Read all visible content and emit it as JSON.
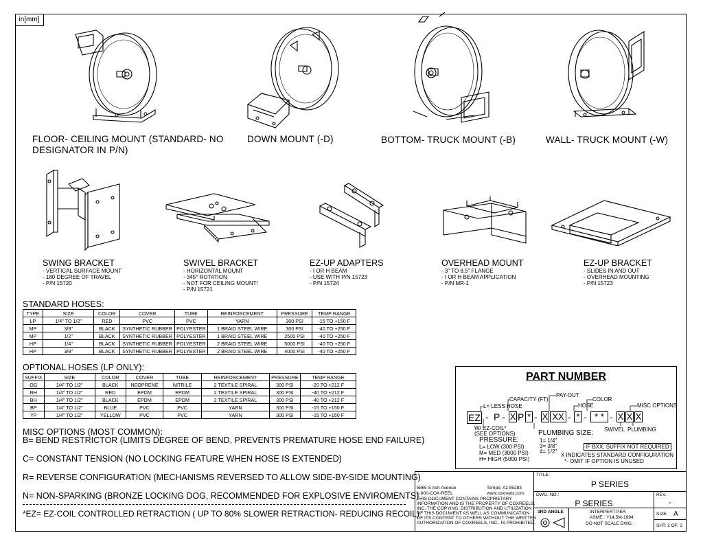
{
  "unit_label": "in[mm]",
  "mounts": [
    {
      "caption": "FLOOR- CEILING MOUNT (STANDARD- NO\nDESIGNATOR IN P/N)"
    },
    {
      "caption": "DOWN MOUNT (-D)"
    },
    {
      "caption": "BOTTOM- TRUCK MOUNT (-B)"
    },
    {
      "caption": "WALL- TRUCK MOUNT (-W)"
    }
  ],
  "accessories": [
    {
      "title": "SWING BRACKET",
      "notes": [
        "- VERTICAL SURFACE MOUNT",
        "- 180 DEGREE OF TRAVEL",
        "- P/N 15720"
      ]
    },
    {
      "title": "SWIVEL BRACKET",
      "notes": [
        "- HORIZONTAL MOUNT",
        "- 345° ROTATION",
        "- NOT FOR CEILING MOUNT!",
        "- P/N 15721"
      ]
    },
    {
      "title": "EZ-UP ADAPTERS",
      "notes": [
        "- I OR H BEAM",
        "- USE WITH P/N 15723",
        "- P/N 15724"
      ]
    },
    {
      "title": "OVERHEAD MOUNT",
      "notes": [
        "- 3\" TO 8.5\" FLANGE",
        "- I OR H BEAM APPLICATION",
        "- P/N MR-1"
      ]
    },
    {
      "title": "EZ-UP BRACKET",
      "notes": [
        "- SLIDES IN AND OUT",
        "- OVERHEAD MOUNTING",
        "- P/N 15723"
      ]
    }
  ],
  "standard_hoses": {
    "title": "STANDARD HOSES:",
    "headers": [
      "TYPE",
      "SIZE",
      "COLOR",
      "COVER",
      "TUBE",
      "REINFORCEMENT",
      "PRESSURE",
      "TEMP RANGE"
    ],
    "rows": [
      [
        "LP",
        "1/4\" TO 1/2\"",
        "RED",
        "PVC",
        "PVC",
        "YARN",
        "300 PSI",
        "-15 TO +150 F"
      ],
      [
        "MP",
        "3/8\"",
        "BLACK",
        "SYNTHETIC RUBBER",
        "POLYESTER",
        "1 BRAID STEEL WIRE",
        "300 PSI",
        "-40 TO +250 F"
      ],
      [
        "MP",
        "1/2\"",
        "BLACK",
        "SYNTHETIC RUBBER",
        "POLYESTER",
        "1 BRAID STEEL WIRE",
        "2500 PSI",
        "-40 TO +250 F"
      ],
      [
        "HP",
        "1/4\"",
        "BLACK",
        "SYNTHETIC RUBBER",
        "POLYESTER",
        "2 BRAID STEEL WIRE",
        "5000 PSI",
        "-40 TO +250 F"
      ],
      [
        "HP",
        "3/8\"",
        "BLACK",
        "SYNTHETIC RUBBER",
        "POLYESTER",
        "2 BRAID STEEL WIRE",
        "4000 PSI",
        "-40 TO +250 F"
      ]
    ]
  },
  "optional_hoses": {
    "title": "OPTIONAL HOSES (LP ONLY):",
    "headers": [
      "SUFFIX",
      "SIZE",
      "COLOR",
      "COVER",
      "TUBE",
      "REINFORCEMENT",
      "PRESSURE",
      "TEMP RANGE"
    ],
    "rows": [
      [
        "OG",
        "1/4\" TO 1/2\"",
        "BLACK",
        "NEOPRENE",
        "NITRILE",
        "2 TEXTILE SPIRAL",
        "300 PSI",
        "-20 TO +212 F"
      ],
      [
        "RH",
        "1/4\" TO 1/2\"",
        "RED",
        "EPDM",
        "EPDM",
        "2 TEXTILE SPIRAL",
        "300 PSI",
        "-40 TO +212 F"
      ],
      [
        "BH",
        "1/4\" TO 1/2\"",
        "BLACK",
        "EPDM",
        "EPDM",
        "2 TEXTILE SPIRAL",
        "300 PSI",
        "-40 TO +212 F"
      ],
      [
        "BP",
        "1/4\" TO 1/2\"",
        "BLUE",
        "PVC",
        "PVC",
        "YARN",
        "300 PSI",
        "-15 TO +150 F"
      ],
      [
        "YP",
        "1/4\" TO 1/2\"",
        "YELLOW",
        "PVC",
        "PVC",
        "YARN",
        "300 PSI",
        "-15 TO +150 F"
      ]
    ]
  },
  "misc_options": {
    "title": "MISC OPTIONS (MOST COMMON):",
    "items": [
      "B= BEND RESTRICTOR (LIMITS DEGREE OF BEND, PREVENTS PREMATURE HOSE END FAILURE)",
      "C= CONSTANT TENSION (NO LOCKING FEATURE WHEN HOSE IS EXTENDED)",
      "R= REVERSE CONFIGURATION (MECHANISMS REVERSED TO ALLOW SIDE-BY-SIDE MOUNTING)",
      "N= NON-SPARKING (BRONZE LOCKING DOG, RECOMMENDED FOR EXPLOSIVE ENVIROMENTS)"
    ],
    "footnote": "*EZ= EZ-COIL CONTROLLED RETRACTION ( UP TO 80% SLOWER RETRACTION- REDUCING RECOIL)"
  },
  "part_number": {
    "title": "PART NUMBER",
    "labels": {
      "pay_out": "PAY-OUT",
      "color": "COLOR",
      "capacity": "CAPACITY (FT)",
      "hose": "HOSE",
      "misc_options": "MISC OPTIONS",
      "less_hose": "L= LESS HOSE",
      "ez_coil": "W/ EZ-COIL*",
      "see_options": "(SEE OPTIONS)",
      "swivel": "SWIVEL",
      "plumbing": "PLUMBING",
      "pressure_title": "PRESSURE:",
      "pressure_items": [
        "L= LOW (300 PSI)",
        "M= MED (3000 PSI)",
        "H= HIGH (5000 PSI)"
      ],
      "plumbing_title": "PLUMBING SIZE:",
      "plumbing_items": [
        "1= 1/4\"",
        "3= 3/8\"",
        "4= 1/2\""
      ],
      "bxx_note": "IF BXX, SUFFIX NOT REQUIRED",
      "x_note": "X INDICATES STANDARD CONFIGURATION",
      "omit_note": "*- OMIT IF OPTION IS UNUSED"
    },
    "code": {
      "ez": "EZ",
      "dash": "-",
      "p": "P",
      "x": "X",
      "xx": "XX",
      "star": "*",
      "stars": "* *"
    }
  },
  "title_block": {
    "address1": "5865 S Ash Avenue",
    "city": "Tempe, Az  85283",
    "phone": "1-800-COX-REEL",
    "web": "www.coxreels.com",
    "notice": [
      "THIS DOCUMENT CONTAINS PROPRIETARY",
      "INFORMATION AND IS THE PROPERTY OF COXREELS,",
      "INC. THE COPYING, DISTRIBUTION AND UTILIZATION",
      "OF THIS DOCUMENT AS WELL AS COMMUNICATION",
      "OF ITS CONTENT TO OTHERS WITHOUT THE WRITTEN",
      "AUTHORIZATION OF COXREELS, INC., IS PROHIBITED."
    ],
    "title_label": "TITLE:",
    "title_value": "P SERIES",
    "dwg_label": "DWG. NO.:",
    "dwg_value": "P SERIES",
    "rev_label": "REV.",
    "rev_value": "-",
    "angle_label": "3RD ANGLE",
    "interpret": [
      "INTERPERT PER",
      "ASME : Y14.5M-1994",
      "DO NOT SCALE DWG."
    ],
    "size_label": "SIZE:",
    "size_value": "A",
    "sheet": "SHT: 2  OF: 2"
  }
}
